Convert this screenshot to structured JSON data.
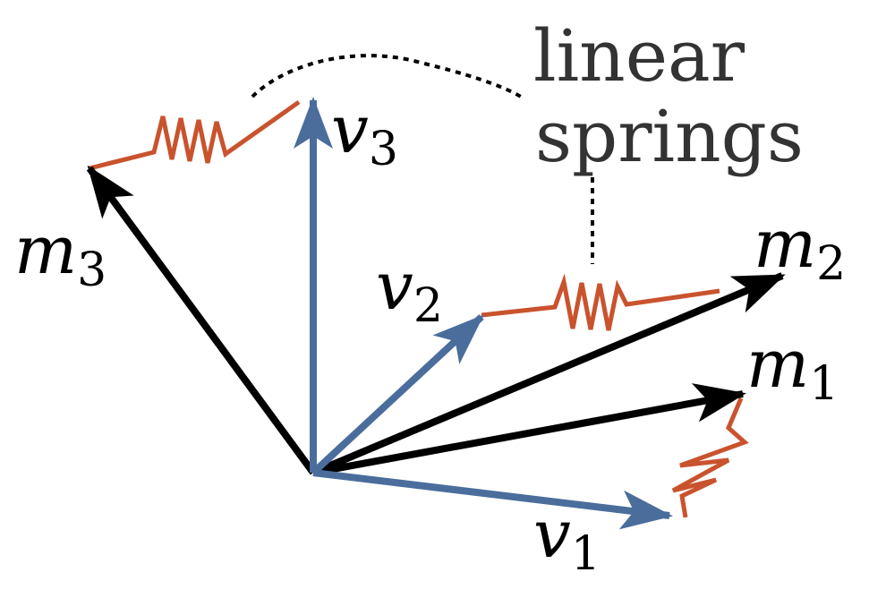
{
  "annotation": {
    "line1": "linear",
    "line2": "springs"
  },
  "labels": {
    "m1": {
      "base": "m",
      "sub": "1"
    },
    "m2": {
      "base": "m",
      "sub": "2"
    },
    "m3": {
      "base": "m",
      "sub": "3"
    },
    "v1": {
      "base": "v",
      "sub": "1"
    },
    "v2": {
      "base": "v",
      "sub": "2"
    },
    "v3": {
      "base": "v",
      "sub": "3"
    }
  },
  "colors": {
    "m_vectors": "#000000",
    "v_vectors": "#4a6d9c",
    "springs": "#c9532d",
    "annotation_text": "#333333",
    "dotted_leader": "#000000"
  }
}
